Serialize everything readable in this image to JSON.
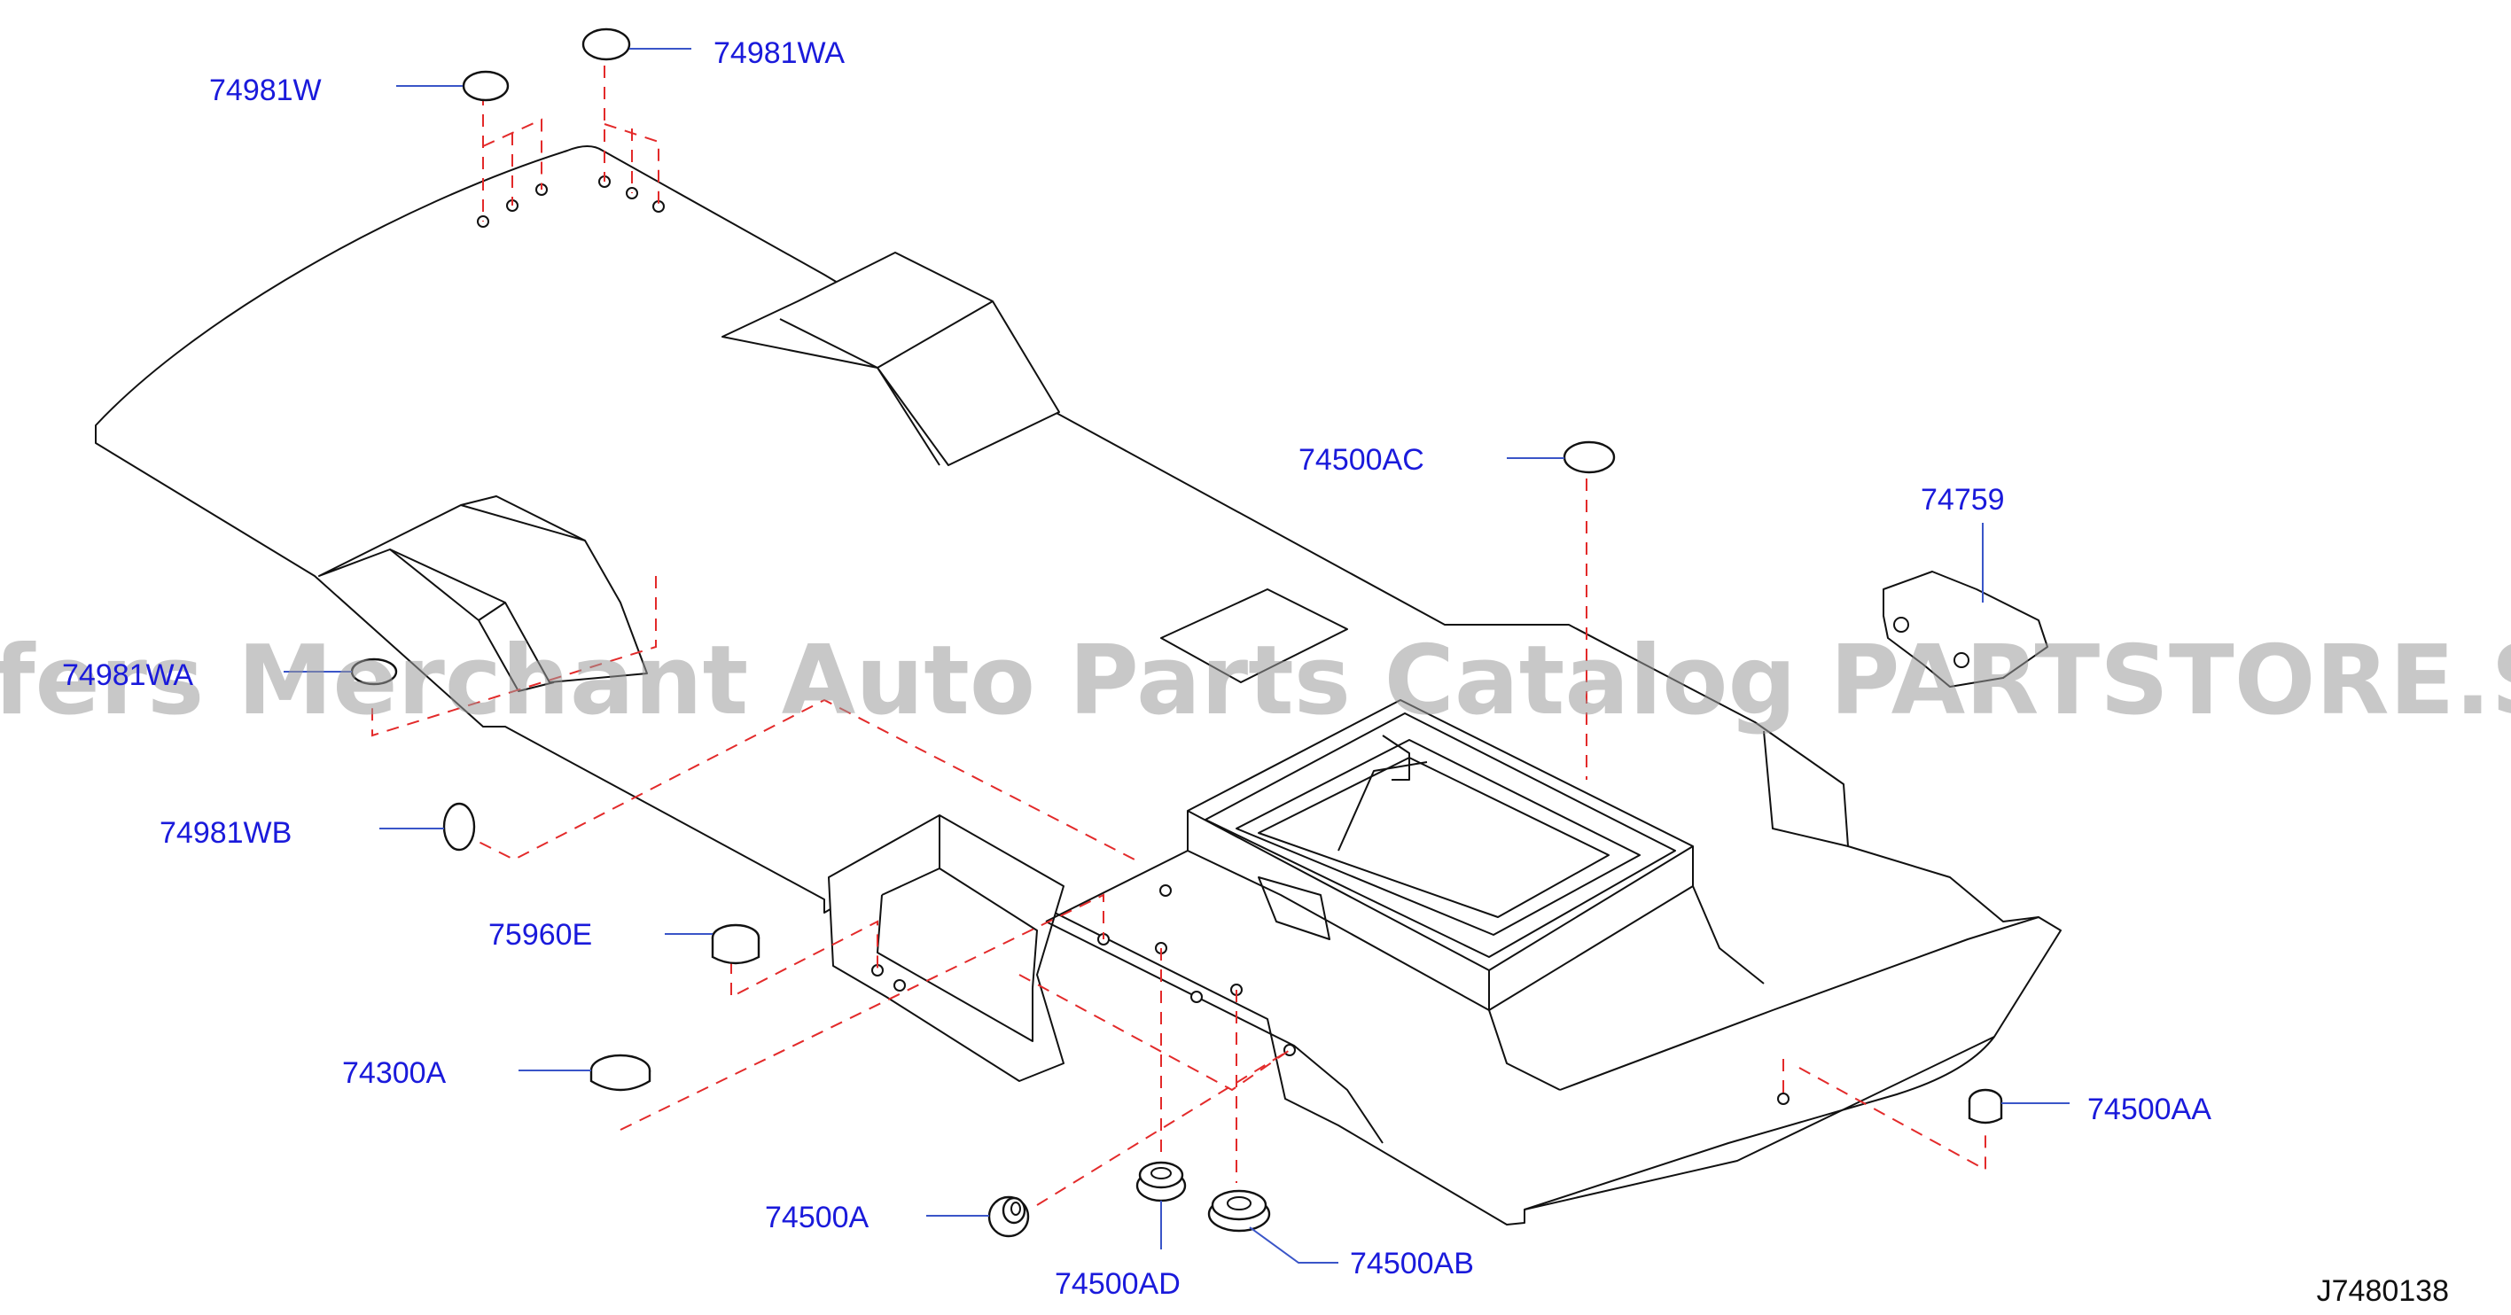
{
  "colors": {
    "label": "#1a1adb",
    "leader": "#3a55c8",
    "dash": "#e32a2a",
    "outline": "#111111",
    "watermark": "#9a9a9a",
    "code": "#111111"
  },
  "labels": {
    "p74981W": "74981W",
    "p74981WA_top": "74981WA",
    "p74981WA_left": "74981WA",
    "p74981WB": "74981WB",
    "p75960E": "75960E",
    "p74300A": "74300A",
    "p74500A": "74500A",
    "p74500AD": "74500AD",
    "p74500AB": "74500AB",
    "p74500AA": "74500AA",
    "p74500AC": "74500AC",
    "p74759": "74759"
  },
  "diagram_code": "J7480138",
  "watermark": "Offers Merchant Auto Parts Catalog PARTSTORE.SA"
}
